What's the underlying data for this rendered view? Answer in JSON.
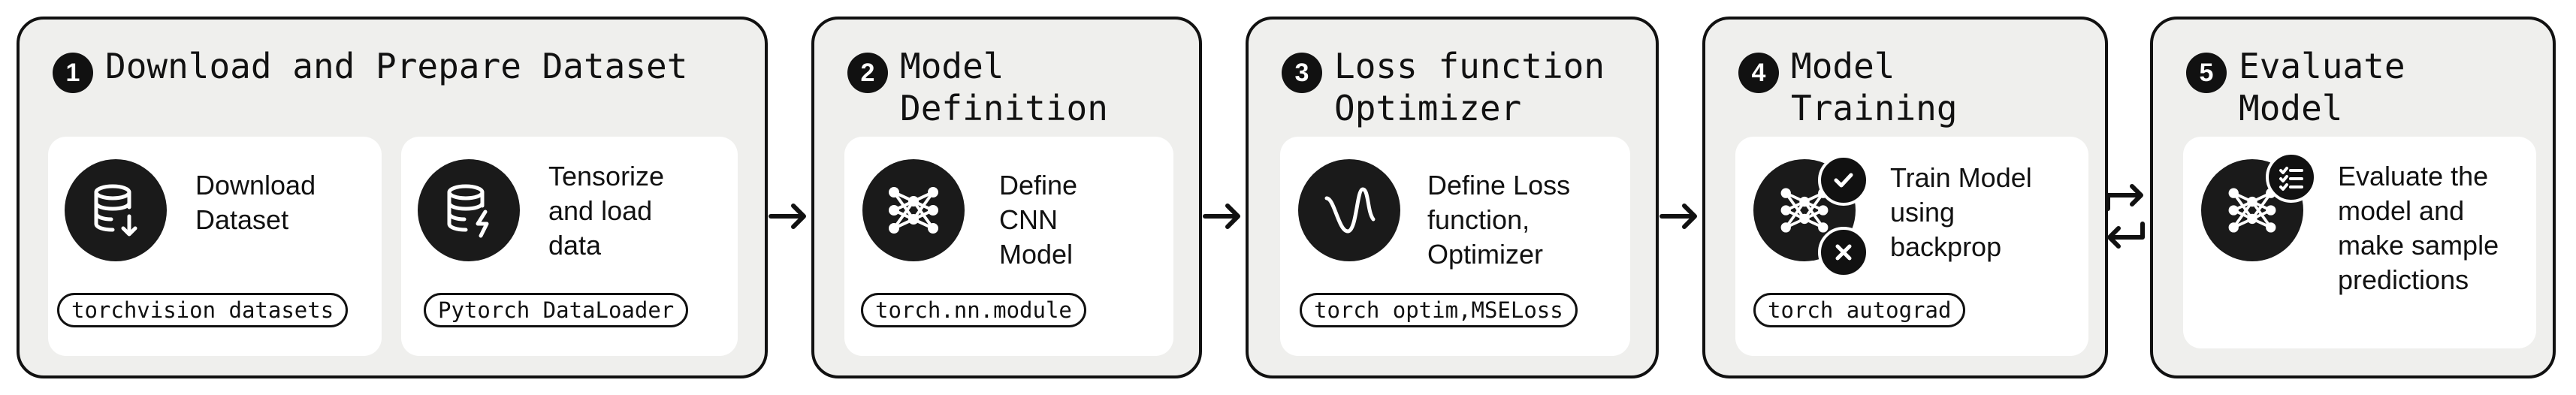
{
  "stages": [
    {
      "number": "1",
      "title": "Download and Prepare Dataset",
      "cards": [
        {
          "icon": "database-download-icon",
          "text": "Download\nDataset",
          "tag": "torchvision datasets"
        },
        {
          "icon": "database-bolt-icon",
          "text": "Tensorize\nand load\ndata",
          "tag": "Pytorch DataLoader"
        }
      ]
    },
    {
      "number": "2",
      "title": "Model\nDefinition",
      "cards": [
        {
          "icon": "neural-network-icon",
          "text": "Define\nCNN\nModel",
          "tag": "torch.nn.module"
        }
      ]
    },
    {
      "number": "3",
      "title": "Loss function\nOptimizer",
      "cards": [
        {
          "icon": "loss-curve-icon",
          "text": "Define Loss\nfunction,\nOptimizer",
          "tag": "torch optim,MSELoss"
        }
      ]
    },
    {
      "number": "4",
      "title": "Model\nTraining",
      "cards": [
        {
          "icon": "neural-network-train-icon",
          "text": "Train Model\nusing\nbackprop",
          "tag": "torch autograd"
        }
      ]
    },
    {
      "number": "5",
      "title": "Evaluate\nModel",
      "cards": [
        {
          "icon": "neural-network-checklist-icon",
          "text": "Evaluate the\nmodel and\nmake sample\npredictions",
          "tag": ""
        }
      ]
    }
  ],
  "colors": {
    "stage_bg": "#efefed",
    "card_bg": "#ffffff",
    "ink": "#111111"
  }
}
